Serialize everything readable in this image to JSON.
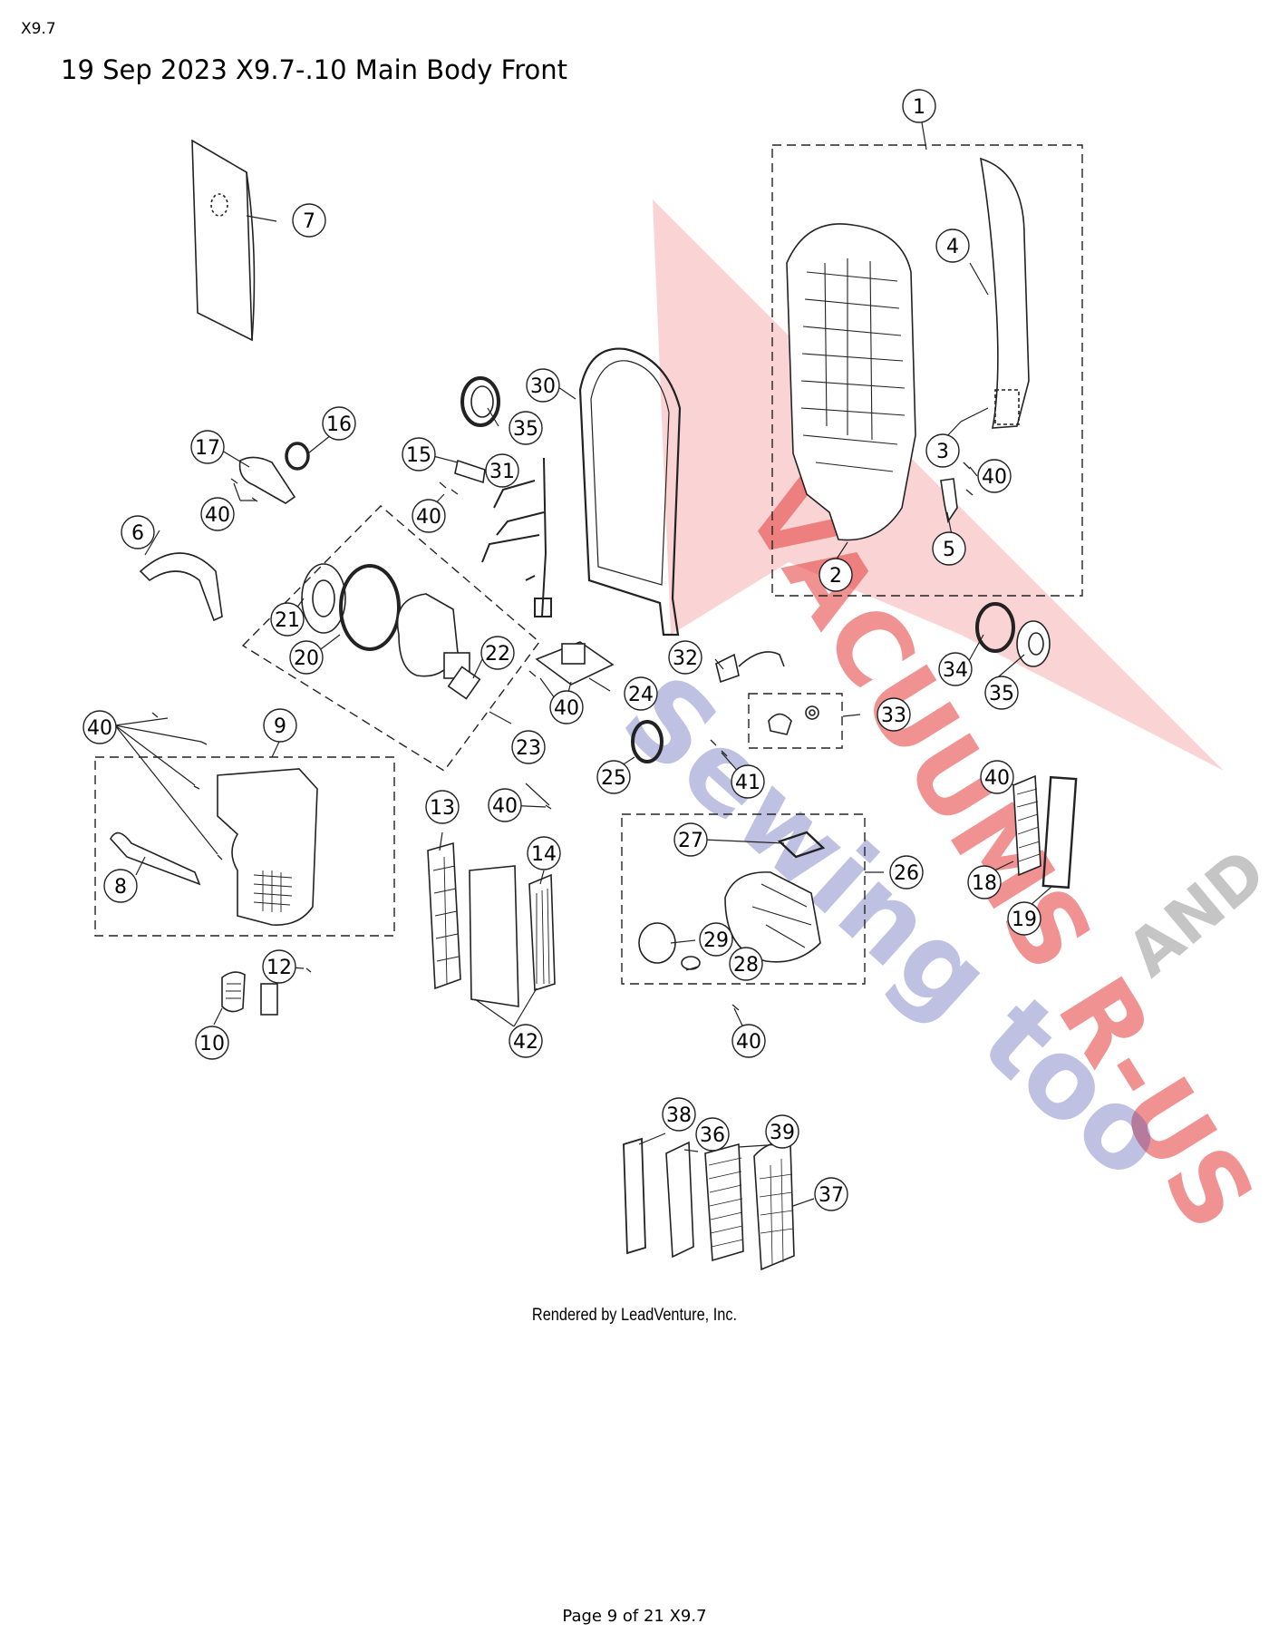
{
  "header": {
    "doc_code": "X9.7",
    "title": "19 Sep 2023 X9.7-.10 Main Body Front"
  },
  "callouts": [
    "1",
    "2",
    "3",
    "4",
    "5",
    "6",
    "7",
    "8",
    "9",
    "10",
    "12",
    "13",
    "14",
    "15",
    "16",
    "17",
    "18",
    "19",
    "20",
    "21",
    "22",
    "23",
    "24",
    "25",
    "26",
    "27",
    "28",
    "29",
    "30",
    "31",
    "32",
    "33",
    "34",
    "35",
    "35",
    "36",
    "37",
    "38",
    "39",
    "40",
    "40",
    "40",
    "40",
    "40",
    "40",
    "40",
    "40",
    "41",
    "42"
  ],
  "watermark": {
    "lines": [
      "VACUUMS R-US",
      "AND",
      "Sewing too"
    ],
    "colors": {
      "red": "#e63a3a",
      "blue": "#4a4fb0",
      "gray": "#808080"
    }
  },
  "footer": {
    "rendered_by": "Rendered by LeadVenture, Inc.",
    "page_label": "Page 9 of 21 X9.7"
  }
}
